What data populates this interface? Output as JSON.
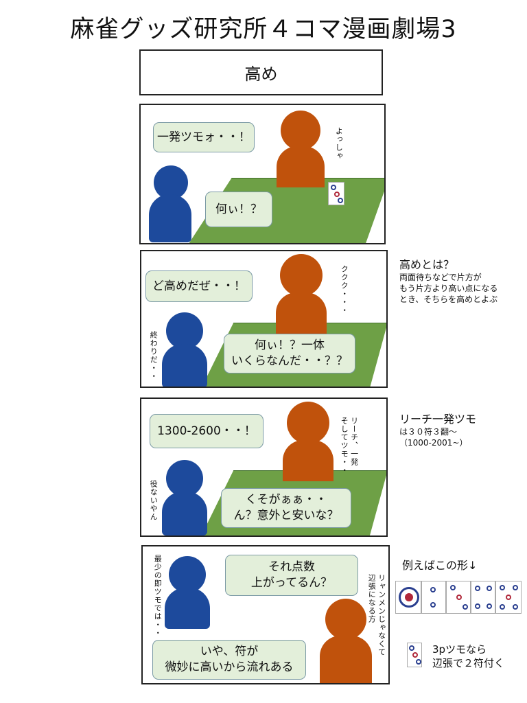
{
  "title": "麻雀グッズ研究所４コマ漫画劇場3",
  "subtitle": "高め",
  "panels": {
    "p1": {
      "bubble_top": "一発ツモォ・・！",
      "bubble_bottom": "何ぃ！？",
      "side_text": "よっしゃ"
    },
    "p2": {
      "bubble_top": "ど高めだぜ・・！",
      "bubble_bottom": "何ぃ！？一体\nいくらなんだ・・？？",
      "side_text": "ククク・・・",
      "left_text": "終わりだ・・"
    },
    "p3": {
      "bubble_top": "1300-2600・・！",
      "bubble_bottom": "くそがぁぁ・・\nん？意外と安いな？",
      "side_text": "リーチ、一発\nそしてツモ・・",
      "left_text": "役ないやん"
    },
    "p4": {
      "bubble_top": "それ点数\n上がってるん？",
      "bubble_bottom": "いや、符が\n微妙に高いから流れある",
      "side_text": "リャンメンじゃなくて\n辺張になる方",
      "left_text": "最少の即ツモでは・・"
    }
  },
  "notes": {
    "n1": {
      "title": "高めとは？",
      "body": "両面待ちなどで片方が\nもう片方より高い点になる\nとき、そちらを高めとよぶ"
    },
    "n2": {
      "title": "リーチ一発ツモ",
      "body": "は３０符３翻〜\n（1000-2001~）"
    },
    "n3": {
      "title": "例えばこの形↓"
    },
    "n4": {
      "body": "3pツモなら\n辺張で２符付く"
    }
  },
  "colors": {
    "table": "#6ea046",
    "orange": "#c0520c",
    "blue": "#1d4a9c",
    "bubble": "#e3efda"
  }
}
